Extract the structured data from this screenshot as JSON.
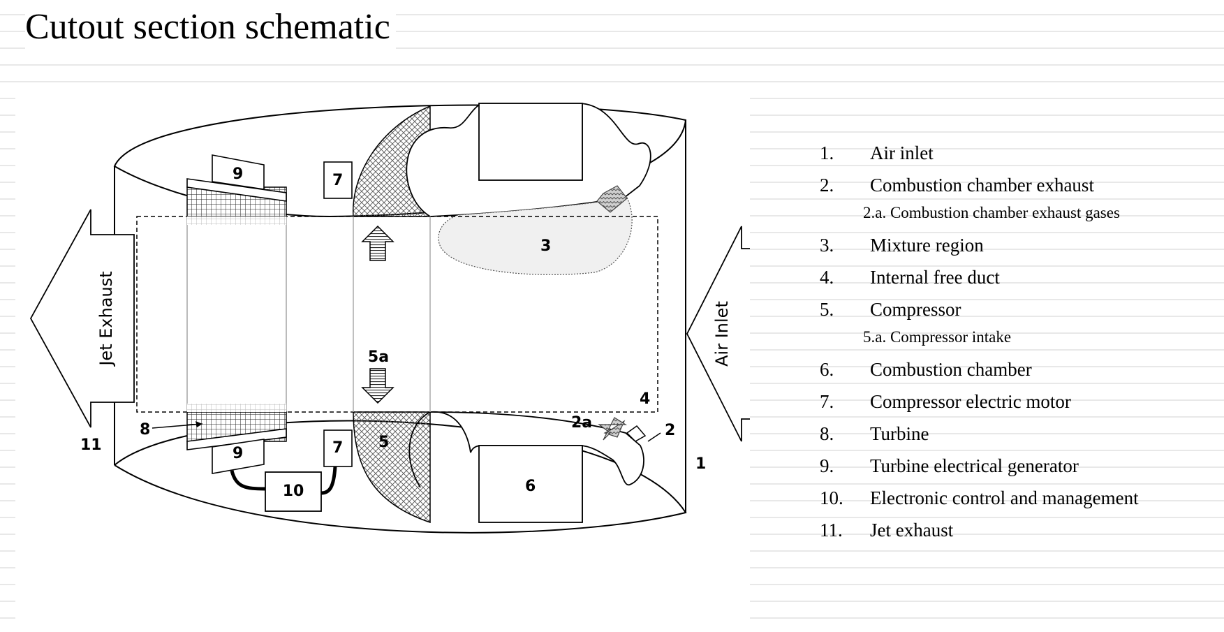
{
  "title": "Cutout section schematic",
  "diagram": {
    "labels": {
      "air_inlet_arrow": "Air Inlet",
      "jet_exhaust_arrow": "Jet Exhaust",
      "n1": "1",
      "n2": "2",
      "n2a": "2a",
      "n3": "3",
      "n4": "4",
      "n5": "5",
      "n5a": "5a",
      "n6": "6",
      "n7_top": "7",
      "n7_bottom": "7",
      "n8": "8",
      "n9_top": "9",
      "n9_bottom": "9",
      "n10": "10",
      "n11": "11"
    }
  },
  "legend": {
    "items": [
      {
        "num": "1.",
        "text": "Air inlet"
      },
      {
        "num": "2.",
        "text": "Combustion chamber exhaust"
      },
      {
        "sub": "2.a. Combustion chamber exhaust gases"
      },
      {
        "num": "3.",
        "text": "Mixture region"
      },
      {
        "num": "4.",
        "text": "Internal free duct"
      },
      {
        "num": "5.",
        "text": "Compressor"
      },
      {
        "sub": "5.a.  Compressor intake"
      },
      {
        "num": "6.",
        "text": "Combustion chamber"
      },
      {
        "num": "7.",
        "text": "Compressor electric motor"
      },
      {
        "num": "8.",
        "text": "Turbine"
      },
      {
        "num": "9.",
        "text": "Turbine electrical generator"
      },
      {
        "num": "10.",
        "text": "Electronic control and management"
      },
      {
        "num": "11.",
        "text": "Jet exhaust"
      }
    ]
  }
}
